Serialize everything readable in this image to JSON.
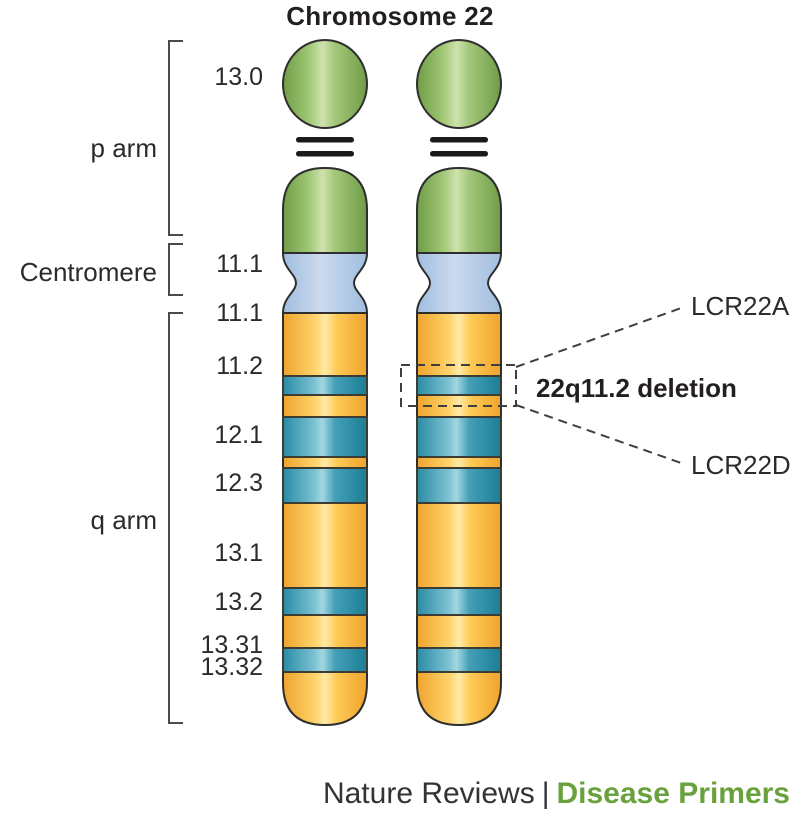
{
  "title": "Chromosome 22",
  "arm_labels": [
    {
      "label": "p arm"
    },
    {
      "label": "Centromere"
    },
    {
      "label": "q arm"
    }
  ],
  "band_labels": [
    {
      "label": "13.0"
    },
    {
      "label": "11.1"
    },
    {
      "label": "11.1"
    },
    {
      "label": "11.2"
    },
    {
      "label": "12.1"
    },
    {
      "label": "12.3"
    },
    {
      "label": "13.1"
    },
    {
      "label": "13.2"
    },
    {
      "label": "13.31"
    },
    {
      "label": "13.32"
    }
  ],
  "annotations": {
    "lcr_top": "LCR22A",
    "deletion_label": "22q11.2 deletion",
    "lcr_bottom": "LCR22D"
  },
  "footer": {
    "journal": "Nature Reviews",
    "separator": "|",
    "series": "Disease Primers"
  },
  "colors": {
    "satellite_green": "#8fb868",
    "centromere_blue": "#b7cde9",
    "chromosome_yellow": "#fbc94f",
    "band_teal": "#3397ad",
    "outline_dark": "#2e2e2e",
    "dashed_annotation": "#3f3f3f",
    "footer_green": "#69a23c"
  }
}
